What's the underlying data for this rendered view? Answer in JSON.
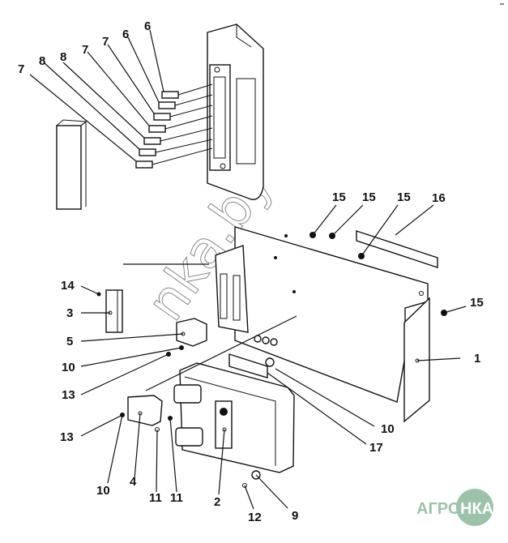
{
  "diagram": {
    "type": "exploded-parts-diagram",
    "watermark_text": "nka.by",
    "logo": {
      "left_text": "АГРО",
      "right_text": "НКА",
      "color": "#9cc3aa"
    },
    "callouts": [
      {
        "id": "c1",
        "text": "1",
        "part": "cover-plate-right"
      },
      {
        "id": "c2",
        "text": "2",
        "part": "controller-bracket"
      },
      {
        "id": "c3",
        "text": "3",
        "part": "side-module"
      },
      {
        "id": "c4",
        "text": "4",
        "part": "relay-lower"
      },
      {
        "id": "c5",
        "text": "5",
        "part": "relay-upper"
      },
      {
        "id": "c6a",
        "text": "6",
        "part": "fuse"
      },
      {
        "id": "c6b",
        "text": "6",
        "part": "fuse"
      },
      {
        "id": "c7a",
        "text": "7",
        "part": "fuse"
      },
      {
        "id": "c7b",
        "text": "7",
        "part": "fuse"
      },
      {
        "id": "c7c",
        "text": "7",
        "part": "fuse"
      },
      {
        "id": "c8a",
        "text": "8",
        "part": "fuse"
      },
      {
        "id": "c8b",
        "text": "8",
        "part": "fuse"
      },
      {
        "id": "c9",
        "text": "9",
        "part": "connector"
      },
      {
        "id": "c10a",
        "text": "10",
        "part": "nut"
      },
      {
        "id": "c10b",
        "text": "10",
        "part": "nut"
      },
      {
        "id": "c10c",
        "text": "10",
        "part": "nut"
      },
      {
        "id": "c11a",
        "text": "11",
        "part": "screw"
      },
      {
        "id": "c11b",
        "text": "11",
        "part": "screw"
      },
      {
        "id": "c12",
        "text": "12",
        "part": "washer"
      },
      {
        "id": "c13a",
        "text": "13",
        "part": "screw"
      },
      {
        "id": "c13b",
        "text": "13",
        "part": "screw"
      },
      {
        "id": "c14",
        "text": "14",
        "part": "screw"
      },
      {
        "id": "c15a",
        "text": "15",
        "part": "nut"
      },
      {
        "id": "c15b",
        "text": "15",
        "part": "nut"
      },
      {
        "id": "c15c",
        "text": "15",
        "part": "nut"
      },
      {
        "id": "c15d",
        "text": "15",
        "part": "nut"
      },
      {
        "id": "c16",
        "text": "16",
        "part": "bar"
      },
      {
        "id": "c17",
        "text": "17",
        "part": "grommet"
      }
    ]
  }
}
